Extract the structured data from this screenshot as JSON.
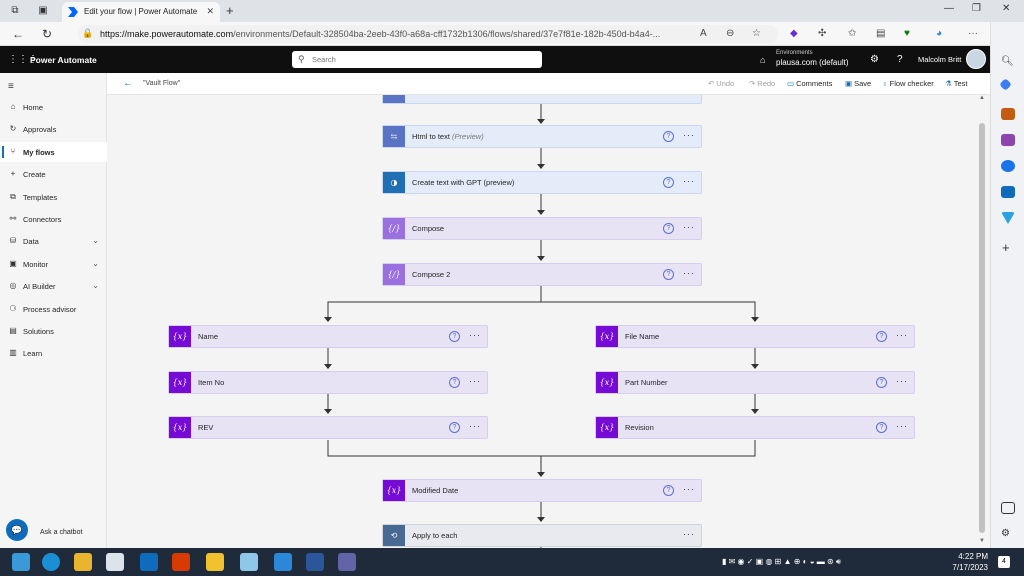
{
  "browser": {
    "tab_title": "Edit your flow | Power Automate",
    "url_host": "https://make.powerautomate.com",
    "url_path": "/environments/Default-328504ba-2eeb-43f0-a68a-cff1732b1306/flows/shared/37e7f81e-182b-450d-b4a4-..."
  },
  "header": {
    "brand": "Power Automate",
    "search_placeholder": "Search",
    "env_label": "Environments",
    "env_name": "plausa.com (default)",
    "user_name": "Malcolm Britt",
    "help_glyph": "?"
  },
  "nav": {
    "items": [
      {
        "label": "Home",
        "icon": "home-icon"
      },
      {
        "label": "Approvals",
        "icon": "approvals-icon"
      },
      {
        "label": "My flows",
        "icon": "flows-icon"
      },
      {
        "label": "Create",
        "icon": "plus-icon"
      },
      {
        "label": "Templates",
        "icon": "templates-icon"
      },
      {
        "label": "Connectors",
        "icon": "connectors-icon"
      },
      {
        "label": "Data",
        "icon": "data-icon"
      },
      {
        "label": "Monitor",
        "icon": "monitor-icon"
      },
      {
        "label": "AI Builder",
        "icon": "ai-builder-icon"
      },
      {
        "label": "Process advisor",
        "icon": "process-advisor-icon"
      },
      {
        "label": "Solutions",
        "icon": "solutions-icon"
      },
      {
        "label": "Learn",
        "icon": "learn-icon"
      }
    ],
    "chatbot_label": "Ask a chatbot"
  },
  "command_bar": {
    "flow_name": "\"Vault Flow\"",
    "undo": "Undo",
    "redo": "Redo",
    "comments": "Comments",
    "save": "Save",
    "flow_checker": "Flow checker",
    "test": "Test"
  },
  "flow": {
    "html_to_text": "Html to text",
    "preview_tag": "(Preview)",
    "create_text_gpt": "Create text with GPT (preview)",
    "compose": "Compose",
    "compose2": "Compose 2",
    "left_branch": [
      "Name",
      "Item No",
      "REV"
    ],
    "right_branch": [
      "File Name",
      "Part Number",
      "Revision"
    ],
    "modified_date": "Modified Date",
    "apply_to_each": "Apply to each",
    "help_glyph": "?",
    "more_glyph": "···",
    "variable_glyph": "{x}",
    "compose_glyph": "{/}"
  },
  "taskbar": {
    "time": "4:22 PM",
    "date": "7/17/2023",
    "notifications": "4"
  },
  "colors": {
    "variable_icon": "#770bd6",
    "compose_icon": "#9a6fdf",
    "accent": "#0f6cbd",
    "header_bg": "#0f0f0f"
  }
}
